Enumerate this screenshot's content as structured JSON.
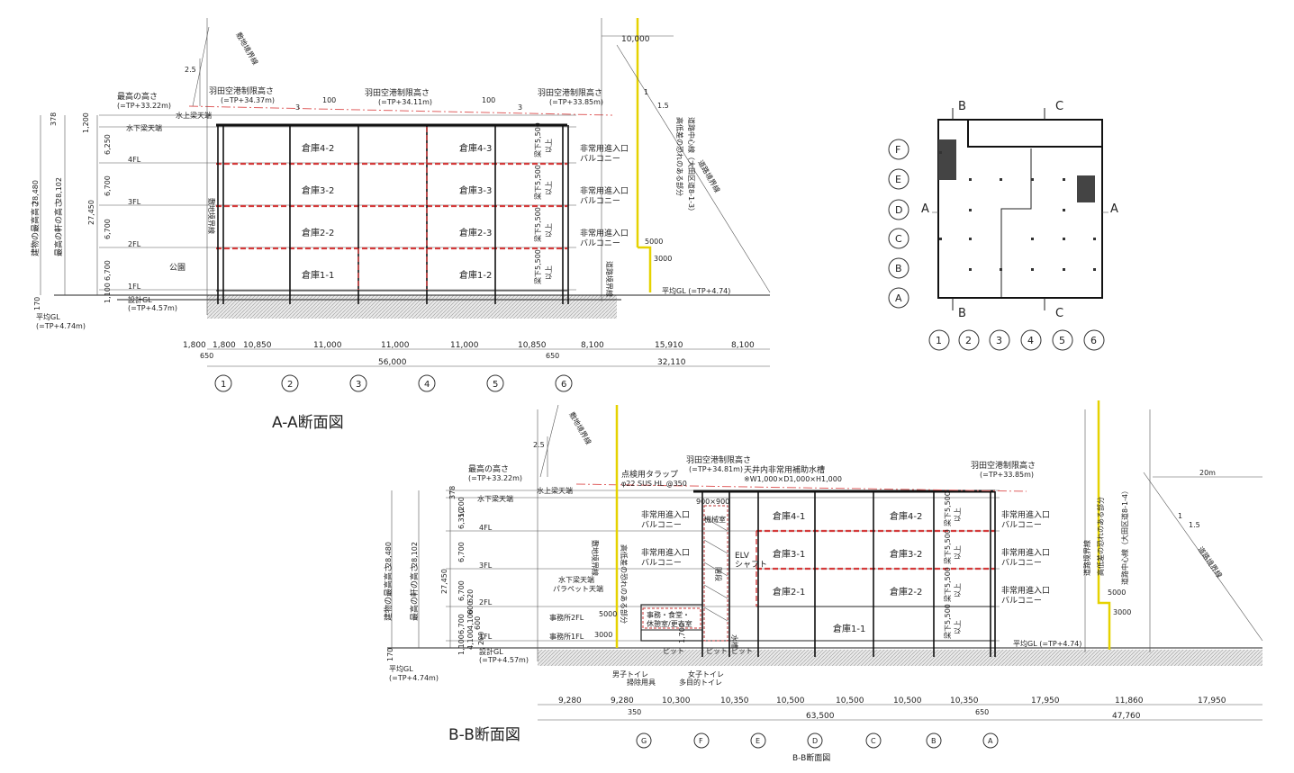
{
  "aa": {
    "title": "A-A断面図",
    "max_height_label": "最高の高さ",
    "max_height_value": "(=TP+33.22m)",
    "haneda_label": "羽田空港制限高さ",
    "haneda_values": [
      "(=TP+34.37m)",
      "(=TP+34.11m)",
      "(=TP+33.85m)"
    ],
    "slope_labels": [
      "3",
      "100",
      "100",
      "3"
    ],
    "ratio_left": "2.5",
    "ratio_right": [
      "1",
      "1.5"
    ],
    "levels": [
      "水上梁天端",
      "水下梁天端",
      "4FL",
      "3FL",
      "2FL",
      "1FL",
      "設計GL"
    ],
    "design_gl": "(=TP+4.57m)",
    "avg_gl_left": [
      "平均GL",
      "(=TP+4.74m)"
    ],
    "avg_gl_right": "平均GL (=TP+4.74)",
    "vertical_dims": [
      "378",
      "1,200",
      "6,250",
      "6,700",
      "6,700",
      "6,700",
      "1,100",
      "170"
    ],
    "total_dims": [
      "28,480",
      "28,102",
      "27,450"
    ],
    "building_height_label": "建物の最高高さ",
    "eaves_label": "最高の軒の高さ",
    "rooms": [
      "倉庫4-2",
      "倉庫4-3",
      "倉庫3-2",
      "倉庫3-3",
      "倉庫2-2",
      "倉庫2-3",
      "倉庫1-1",
      "倉庫1-2"
    ],
    "park": "公園",
    "beam_label": "梁下5,500",
    "beam_suffix": "以上",
    "emergency": [
      "非常用進入口",
      "バルコニー"
    ],
    "site_boundary": "敷地境界線",
    "road_boundary": "道路境界線",
    "slope_note": "高低差の恐れのある部分",
    "road_center": "道路中心線（大田区道8-1-3）",
    "road_width": "10,000",
    "dim_5000": "5000",
    "dim_3000": "3000",
    "spans": [
      "1,800",
      "1,800",
      "10,850",
      "11,000",
      "11,000",
      "11,000",
      "10,850",
      "8,100",
      "15,910",
      "8,100"
    ],
    "sub_dims": [
      "650",
      "650"
    ],
    "totals": [
      "56,000",
      "32,110"
    ],
    "grid": [
      "1",
      "2",
      "3",
      "4",
      "5",
      "6"
    ]
  },
  "plan": {
    "letters": [
      "F",
      "E",
      "D",
      "C",
      "B",
      "A"
    ],
    "numbers": [
      "1",
      "2",
      "3",
      "4",
      "5",
      "6"
    ],
    "cut_a": "A",
    "cut_b": "B",
    "cut_c": "C"
  },
  "bb": {
    "title": "B-B断面図",
    "caption": "B-B断面図",
    "max_height_label": "最高の高さ",
    "max_height_value": "(=TP+33.22m)",
    "haneda_label": "羽田空港制限高さ",
    "haneda_values": [
      "(=TP+34.81m)",
      "(=TP+33.85m)"
    ],
    "ratio_left": "2.5",
    "ratio_right": [
      "1",
      "1.5"
    ],
    "levels": [
      "水上梁天端",
      "水下梁天端",
      "4FL",
      "3FL",
      "2FL",
      "1FL",
      "設計GL"
    ],
    "design_gl": "(=TP+4.57m)",
    "avg_gl_left": [
      "平均GL",
      "(=TP+4.74m)"
    ],
    "avg_gl_right": "平均GL (=TP+4.74)",
    "vertical_dims": [
      "378",
      "1,200",
      "6,350",
      "6,700",
      "6,700",
      "4,100",
      "6,700",
      "4,100",
      "620",
      "600",
      "600",
      "1,100",
      "200",
      "170"
    ],
    "total_dims": [
      "28,480",
      "28,102",
      "27,450"
    ],
    "building_height_label": "建物の最高高さ",
    "eaves_label": "最高の軒の高さ",
    "inspection": [
      "点検用タラップ",
      "φ22 SUS HL @350"
    ],
    "water_tank": [
      "天井内非常用補助水槽",
      "※W1,000×D1,000×H1,000"
    ],
    "opening": "900×900",
    "machine_room": "機械室",
    "elv": [
      "ELV",
      "シャフト"
    ],
    "stairs": [
      "階段"
    ],
    "water_tank_short": "水槽",
    "rooms": [
      "倉庫4-1",
      "倉庫4-2",
      "倉庫3-1",
      "倉庫3-2",
      "倉庫2-1",
      "倉庫2-2",
      "倉庫1-1"
    ],
    "office_rooms": [
      "事務所2FL",
      "事務所1FL"
    ],
    "lounge": [
      "事務・食堂・",
      "休憩室/更衣室"
    ],
    "parapet": [
      "水下梁天端",
      "パラペット天端"
    ],
    "pit": [
      "ピット",
      "ピット",
      "ピット"
    ],
    "toilets": [
      "男子トイレ",
      "掃除用具",
      "女子トイレ",
      "多目的トイレ"
    ],
    "beam_label": "梁下5,500",
    "beam_suffix": "以上",
    "emergency": [
      "非常用進入口",
      "バルコニー"
    ],
    "site_boundary": "敷地境界線",
    "road_boundary": "道路境界線",
    "slope_note": "高低差の恐れのある部分",
    "road_center": "道路中心線（大田区道8-1-4）",
    "road_width": "20m",
    "dim_5000": "5000",
    "dim_3000": "3000",
    "dim_1700": "1,700",
    "spans": [
      "9,280",
      "9,280",
      "10,300",
      "10,350",
      "10,500",
      "10,500",
      "10,500",
      "10,350",
      "17,950",
      "11,860",
      "17,950"
    ],
    "sub_dims": [
      "350",
      "650"
    ],
    "totals": [
      "63,500",
      "47,760"
    ],
    "grid": [
      "G",
      "F",
      "E",
      "D",
      "C",
      "B",
      "A"
    ]
  }
}
